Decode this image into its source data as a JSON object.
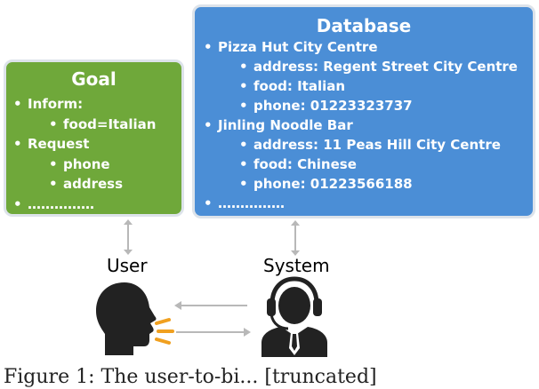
{
  "goal": {
    "title": "Goal",
    "items": [
      {
        "level": 0,
        "text": "Inform:"
      },
      {
        "level": 1,
        "text": "food=Italian"
      },
      {
        "level": 0,
        "text": "Request"
      },
      {
        "level": 1,
        "text": "phone"
      },
      {
        "level": 1,
        "text": "address"
      },
      {
        "level": 0,
        "text": "……………"
      }
    ]
  },
  "database": {
    "title": "Database",
    "items": [
      {
        "level": 0,
        "text": "Pizza Hut City Centre"
      },
      {
        "level": 1,
        "text": "address:  Regent Street City Centre"
      },
      {
        "level": 1,
        "text": "food: Italian"
      },
      {
        "level": 1,
        "text": "phone: 01223323737"
      },
      {
        "level": 0,
        "text": "Jinling Noodle Bar"
      },
      {
        "level": 1,
        "text": "address: 11 Peas Hill City Centre"
      },
      {
        "level": 1,
        "text": "food: Chinese"
      },
      {
        "level": 1,
        "text": "phone: 01223566188"
      },
      {
        "level": 0,
        "text": "……………"
      }
    ]
  },
  "user_label": "User",
  "system_label": "System",
  "caption": "Figure 1:  The user-to-bi... [truncated]",
  "colors": {
    "goal_panel": "#6fa83a",
    "database_panel": "#4b8ed6",
    "arrow": "#b8b8b8",
    "speech_marks": "#f0a020",
    "silhouette": "#222222"
  },
  "icons": [
    "user-speaking-icon",
    "system-agent-headset-icon",
    "speech-marks-icon"
  ]
}
